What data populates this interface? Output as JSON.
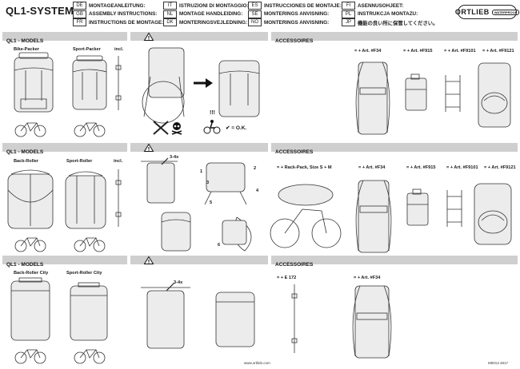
{
  "header": {
    "title": "QL1-SYSTEM",
    "languages": [
      [
        {
          "code": "DE",
          "text": "MONTAGEANLEITUNG:"
        },
        {
          "code": "GB",
          "text": "ASSEMBLY INSTRUCTIONS:"
        },
        {
          "code": "FR",
          "text": "INSTRUCTIONS DE MONTAGE:"
        }
      ],
      [
        {
          "code": "IT",
          "text": "ISTRUZIONI DI MONTAGGIO:"
        },
        {
          "code": "NL",
          "text": "MONTAGE HANDLEIDING:"
        },
        {
          "code": "DK",
          "text": "MONTERINGSVEJLEDNING:"
        }
      ],
      [
        {
          "code": "ES",
          "text": "INSTRUCCIONES DE MONTAJE:"
        },
        {
          "code": "SE",
          "text": "MONTERINGS ANVISNING:"
        },
        {
          "code": "NO",
          "text": "MONTERINGS ANVISNING:"
        }
      ],
      [
        {
          "code": "FI",
          "text": "ASENNUSOHJEET:"
        },
        {
          "code": "PL",
          "text": "INSTRUKCJA MONTAZU:"
        },
        {
          "code": "JP",
          "text": "機能の良い所に保管してください。"
        }
      ]
    ],
    "logo": {
      "brand": "ORTLIEB",
      "badge": "WATERPROOF"
    }
  },
  "sections": [
    {
      "models_bar": "QL1 - MODELS",
      "accessories_bar": "ACCESSOIRES",
      "models": [
        "Bike-Packer",
        "Sport-Packer"
      ],
      "incl": "incl.",
      "warning_marks": {
        "danger": "!!!",
        "ok": "✔ = O.K."
      },
      "accessories": [
        "= + Art. #F34",
        "= + Art. #F915",
        "= + Art. #F9101",
        "= + Art. #F9121"
      ]
    },
    {
      "models_bar": "QL1 - MODELS",
      "accessories_bar": "ACCESSOIRES",
      "models": [
        "Back-Roller",
        "Sport-Roller"
      ],
      "incl": "incl.",
      "step_label": "3-4x",
      "steps": [
        "1",
        "2",
        "3",
        "4",
        "5",
        "6"
      ],
      "accessories": [
        "= + Rack-Pack, Size S + M",
        "= + Art. #F34",
        "= + Art. #F915",
        "= + Art. #F9101",
        "= + Art. #F9121"
      ]
    },
    {
      "models_bar": "QL1 - MODELS",
      "accessories_bar": "ACCESSOIRES",
      "models": [
        "Back-Roller City",
        "Sport-Roller City"
      ],
      "step_label": "3-4x",
      "accessories": [
        "= + E 172",
        "= + Art. #F34"
      ]
    }
  ],
  "footer": {
    "url": "www.ortlieb.com",
    "code": "M0013 4817"
  },
  "colors": {
    "bar": "#cfcfcf",
    "ink": "#1a1a1a"
  }
}
